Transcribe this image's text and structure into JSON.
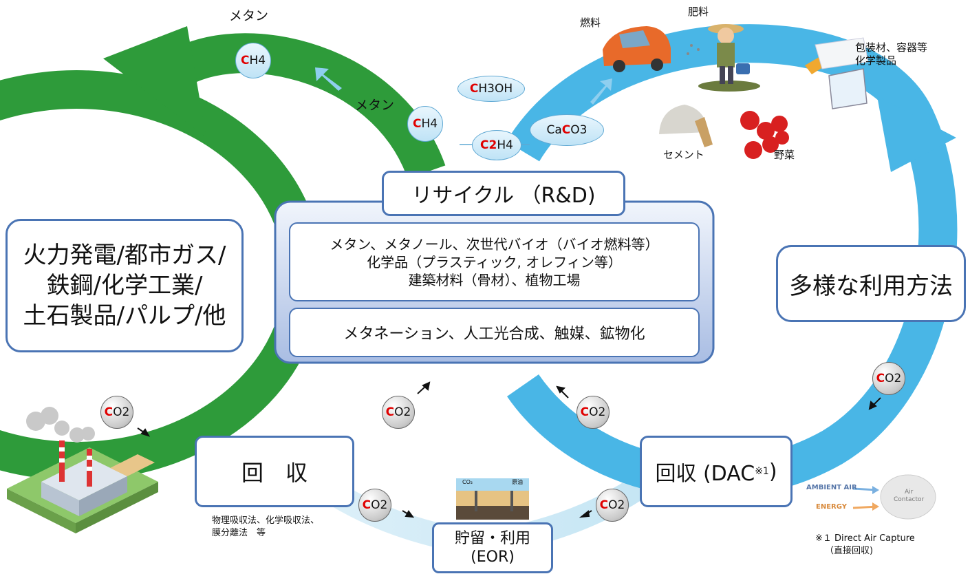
{
  "left_box": [
    "火力発電/都市ガス/",
    "鉄鋼/化学工業/",
    "土石製品/パルプ/他"
  ],
  "right_box": "多様な利用方法",
  "rd_title": "リサイクル （R&D)",
  "rd_items": [
    "メタン、メタノール、次世代バイオ（バイオ燃料等）",
    "化学品（プラスティック, オレフィン等）",
    "建築材料（骨材）、植物工場"
  ],
  "rd_methods": "メタネーション、人工光合成、触媒、鉱物化",
  "capture_box": "回　収",
  "dac_box": "回収 (DAC",
  "dac_mark": "※1",
  "storage_box": [
    "貯留・利用",
    "(EOR)"
  ],
  "capture_methods": [
    "物理吸収法、化学吸収法、",
    "膜分離法　等"
  ],
  "footnote": [
    "※１ Direct Air Capture",
    "（直接回収)"
  ],
  "labels": {
    "methane_top": "メタン",
    "methane_mid": "メタン",
    "fuel": "燃料",
    "fertilizer": "肥料",
    "packaging": [
      "包装材、容器等",
      "化学製品"
    ],
    "cement": "セメント",
    "vegetables": "野菜",
    "ambient_air": "AMBIENT AIR",
    "energy": "ENERGY",
    "air_contactor": [
      "Air",
      "Contactor"
    ],
    "eor_label_co2": "CO₂",
    "eor_label_oil": "原油"
  },
  "chemicals": {
    "c": "C",
    "ch4_rest": "H4",
    "ch3oh_rest": "H3OH",
    "c2h4_c": "C2",
    "c2h4_rest": "H4",
    "caco3_pre": "Ca",
    "caco3_c": "C",
    "caco3_o": "O3",
    "co2_rest": "O2"
  },
  "colors": {
    "green_loop": "#2e9b3a",
    "blue_loop": "#49b6e6",
    "box_border": "#4a74b4",
    "red_c": "#e00000"
  }
}
